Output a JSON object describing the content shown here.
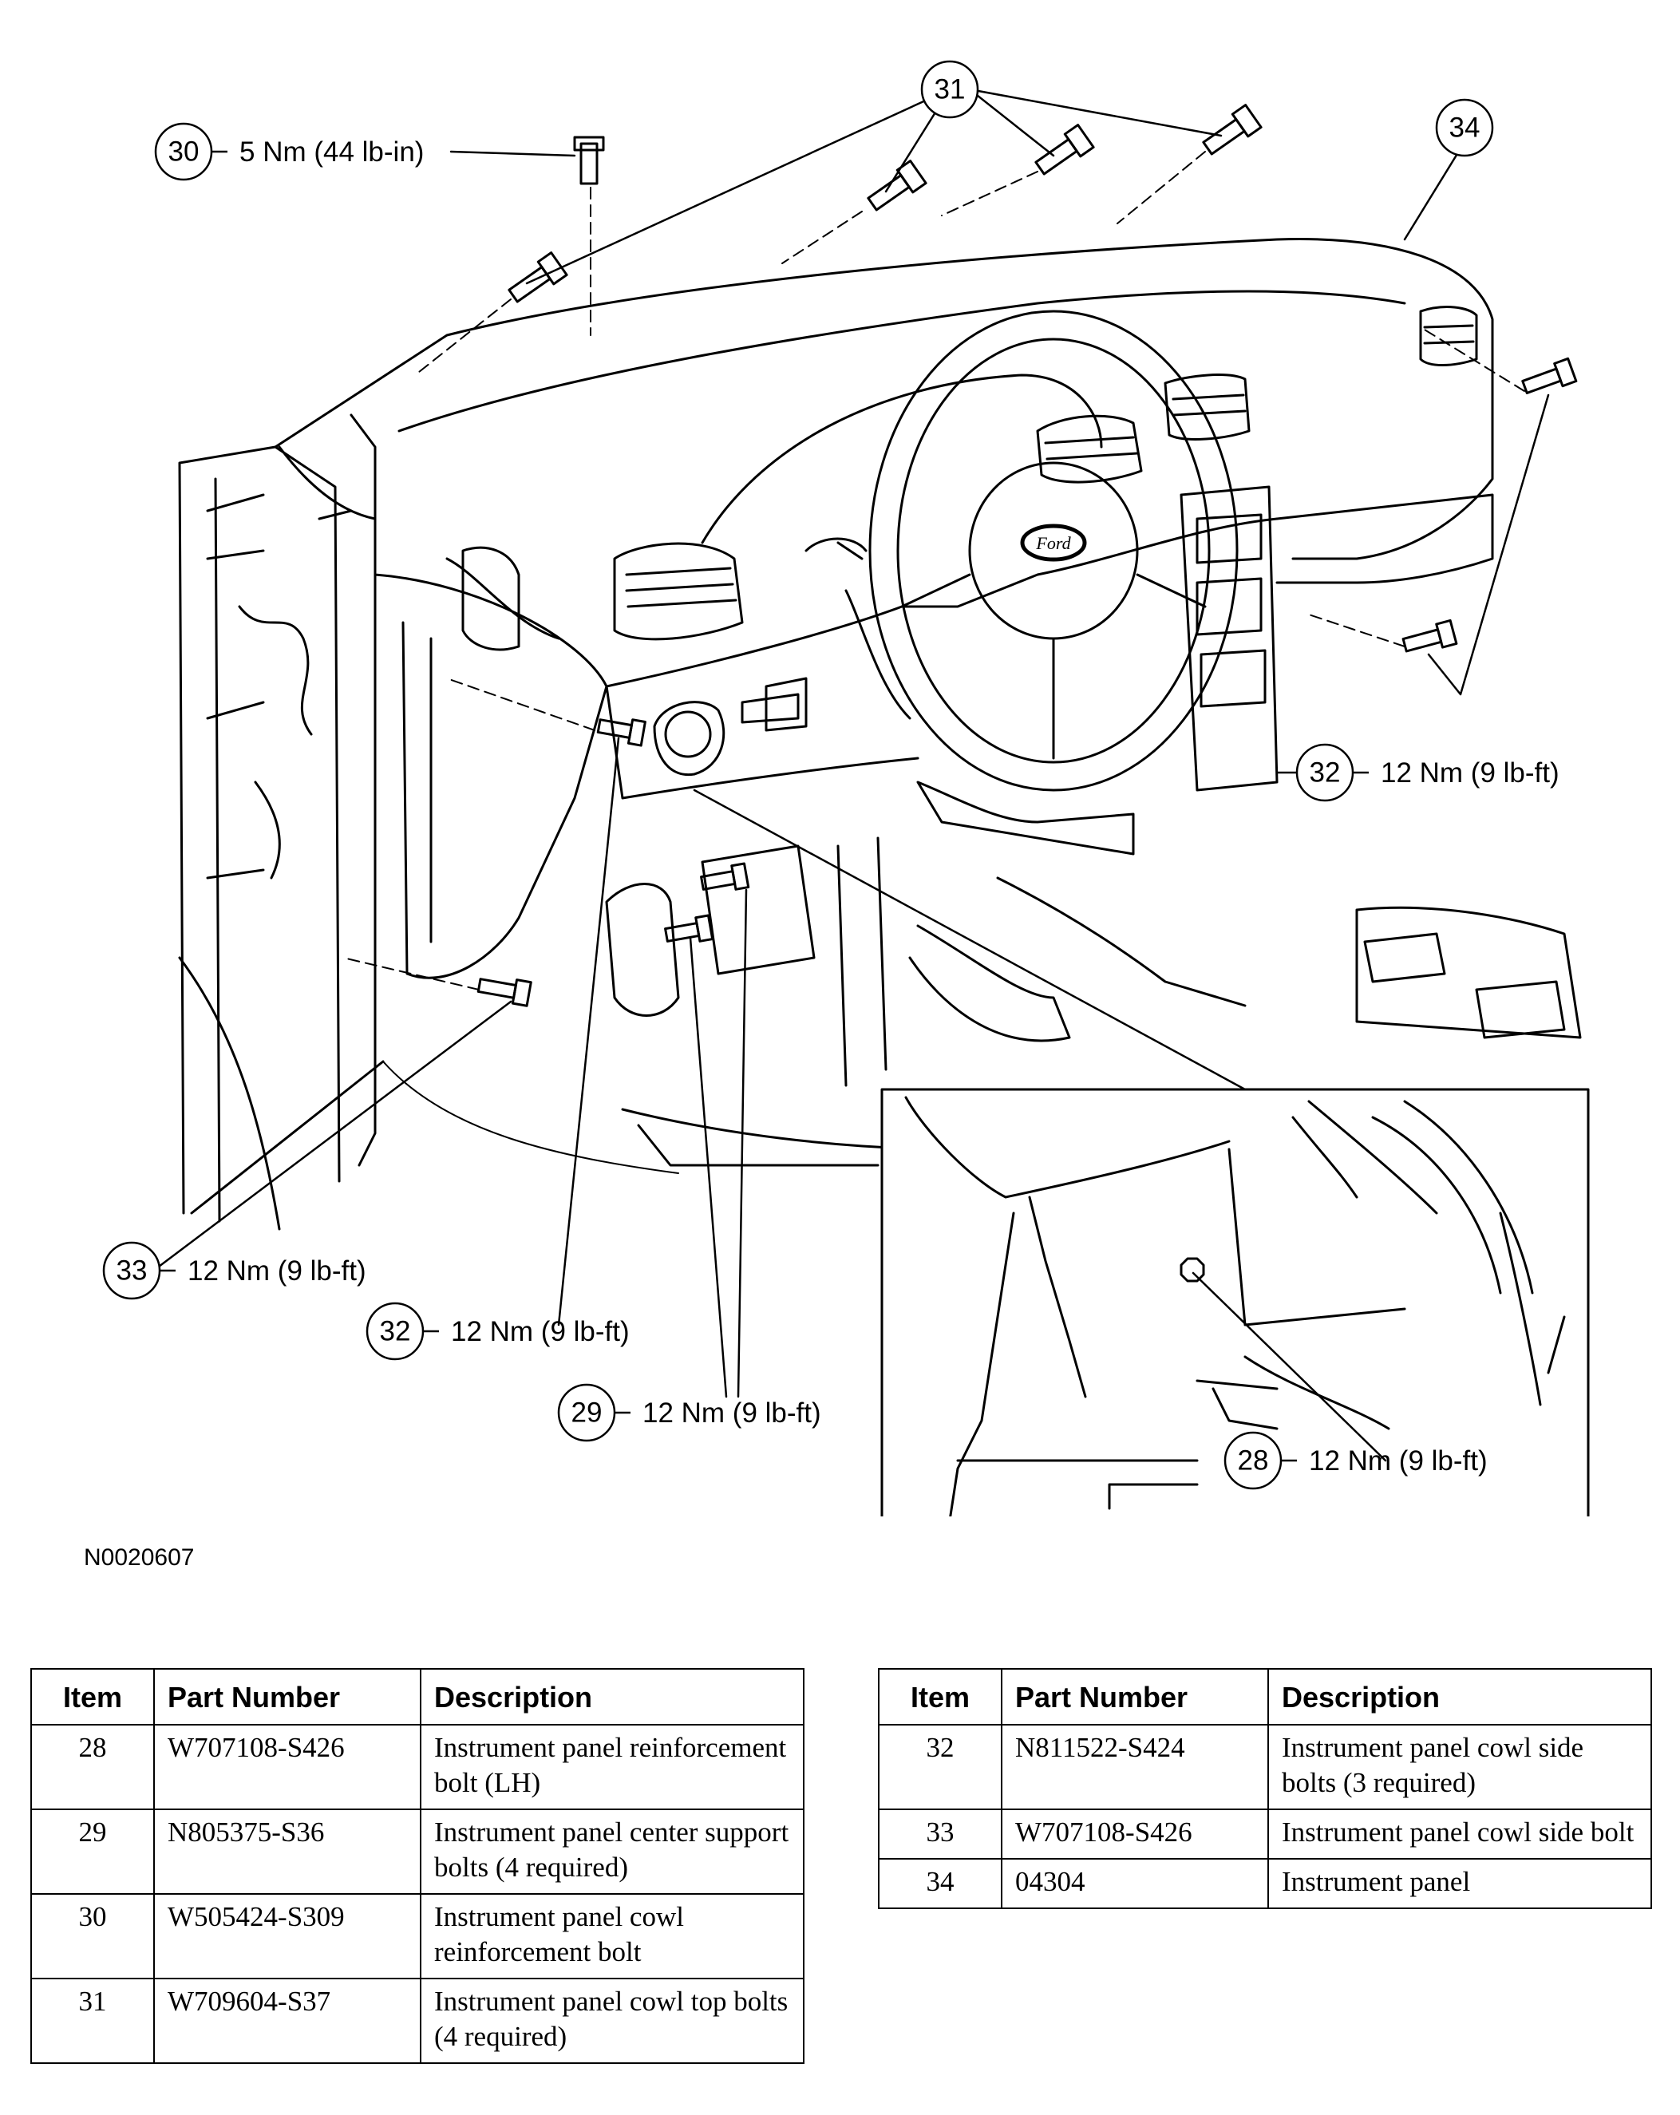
{
  "figure_id": "N0020607",
  "callouts": [
    {
      "num": "30",
      "text": "5 Nm (44 lb-in)"
    },
    {
      "num": "31",
      "text": ""
    },
    {
      "num": "34",
      "text": ""
    },
    {
      "num": "32",
      "text": "12 Nm (9 lb-ft)"
    },
    {
      "num": "33",
      "text": "12 Nm (9 lb-ft)"
    },
    {
      "num": "32",
      "text": "12 Nm (9 lb-ft)"
    },
    {
      "num": "29",
      "text": "12 Nm (9 lb-ft)"
    },
    {
      "num": "28",
      "text": "12 Nm (9 lb-ft)"
    }
  ],
  "emblem_text": "Ford",
  "table_headers": {
    "item": "Item",
    "part": "Part Number",
    "desc": "Description"
  },
  "table_left": [
    {
      "item": "28",
      "part": "W707108-S426",
      "desc": "Instrument panel reinforcement bolt (LH)"
    },
    {
      "item": "29",
      "part": "N805375-S36",
      "desc": "Instrument panel center support bolts (4 required)"
    },
    {
      "item": "30",
      "part": "W505424-S309",
      "desc": "Instrument panel cowl reinforcement bolt"
    },
    {
      "item": "31",
      "part": "W709604-S37",
      "desc": "Instrument panel cowl top bolts (4 required)"
    }
  ],
  "table_right": [
    {
      "item": "32",
      "part": "N811522-S424",
      "desc": "Instrument panel cowl side bolts (3 required)"
    },
    {
      "item": "33",
      "part": "W707108-S426",
      "desc": "Instrument panel cowl side bolt"
    },
    {
      "item": "34",
      "part": "04304",
      "desc": "Instrument panel"
    }
  ]
}
